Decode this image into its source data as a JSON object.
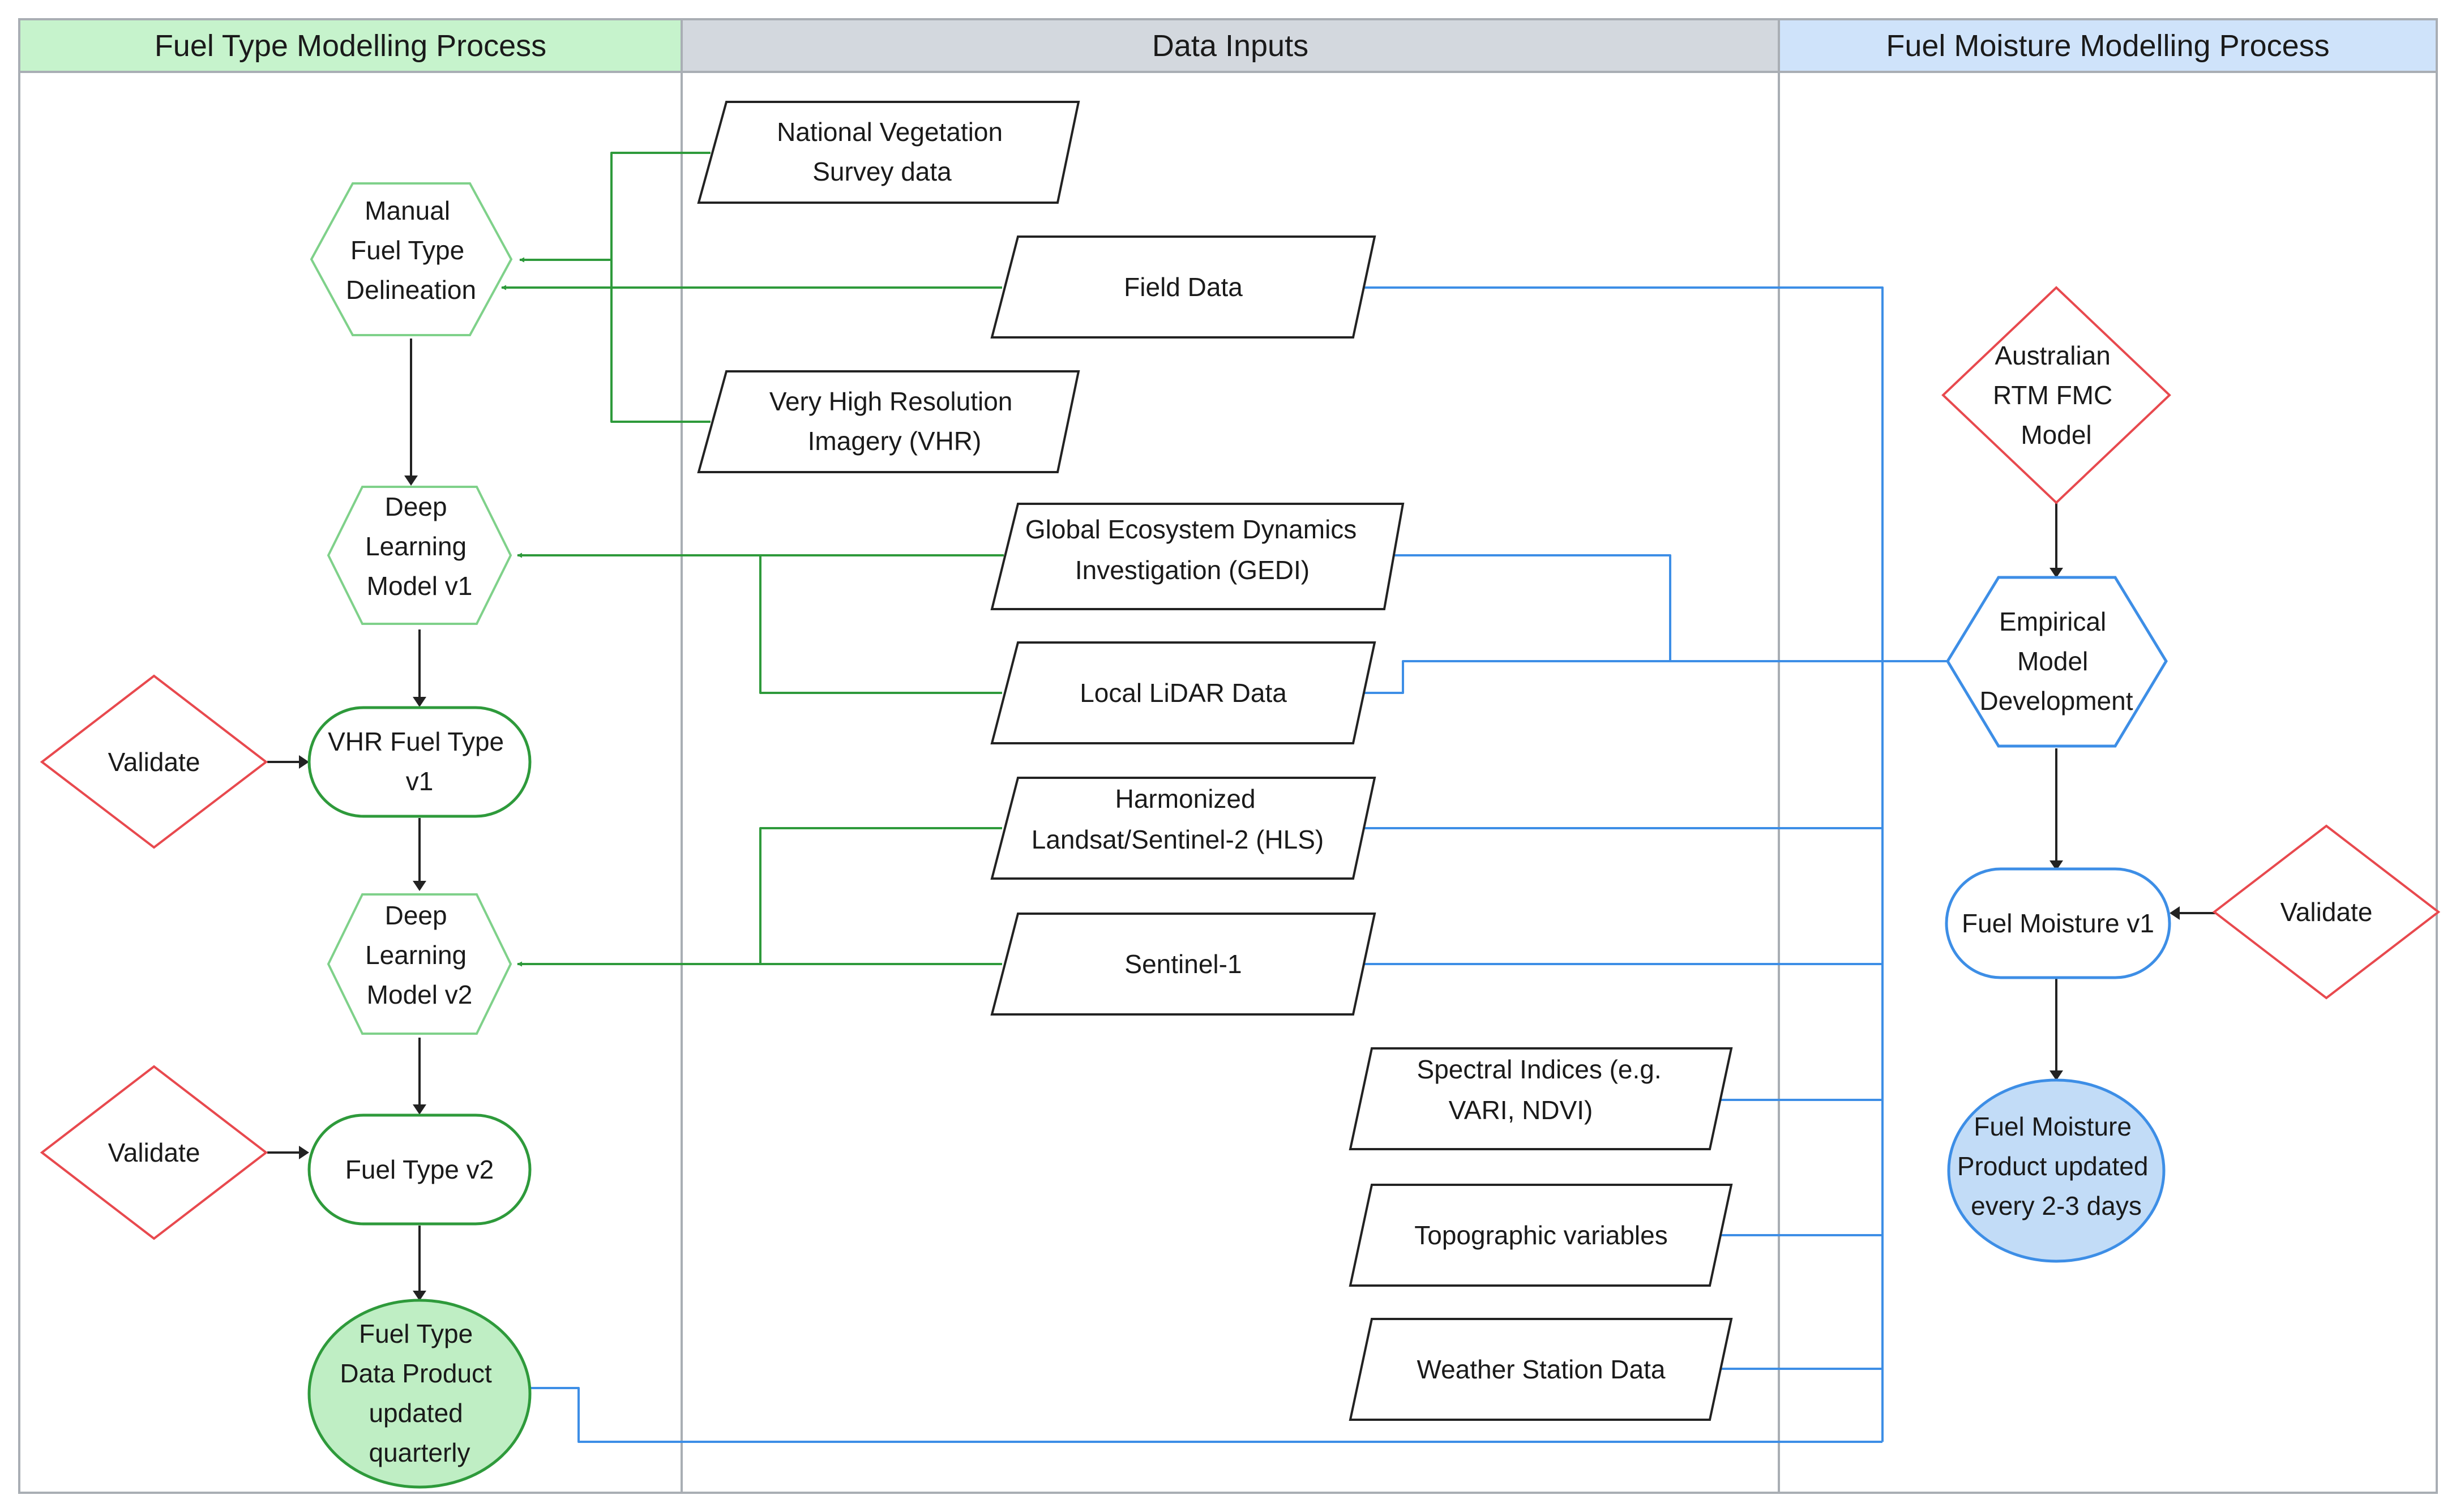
{
  "lanes": {
    "fuel_type": {
      "title": "Fuel Type Modelling Process",
      "header_color": "#c6f3cc"
    },
    "data_inputs": {
      "title": "Data Inputs",
      "header_color": "#d3d8de"
    },
    "fuel_moisture": {
      "title": "Fuel Moisture Modelling Process",
      "header_color": "#cfe3fa"
    }
  },
  "colors": {
    "green": "#2e9a3b",
    "light_green": "#7fd18a",
    "blue": "#3d8ee6",
    "red": "#e8494e",
    "black": "#222222",
    "blue_fill": "#c2dcf7",
    "green_fill": "#bfeec4"
  },
  "nodes": {
    "manual_delineation": {
      "lines": [
        "Manual",
        "Fuel Type",
        "Delineation"
      ]
    },
    "dl_model_v1": {
      "lines": [
        "Deep",
        "Learning",
        "Model v1"
      ]
    },
    "vhr_fuel_type_v1": {
      "lines": [
        "VHR Fuel Type",
        "v1"
      ]
    },
    "dl_model_v2": {
      "lines": [
        "Deep",
        "Learning",
        "Model v2"
      ]
    },
    "fuel_type_v2": {
      "lines": [
        "Fuel Type v2"
      ]
    },
    "fuel_type_product": {
      "lines": [
        "Fuel Type",
        "Data Product",
        "updated",
        "quarterly"
      ]
    },
    "validate_1": {
      "lines": [
        "Validate"
      ]
    },
    "validate_2": {
      "lines": [
        "Validate"
      ]
    },
    "validate_3": {
      "lines": [
        "Validate"
      ]
    },
    "nvs_data": {
      "lines": [
        "National Vegetation",
        "Survey data"
      ]
    },
    "field_data": {
      "lines": [
        "Field Data"
      ]
    },
    "vhr_imagery": {
      "lines": [
        "Very High Resolution",
        "Imagery (VHR)"
      ]
    },
    "gedi": {
      "lines": [
        "Global Ecosystem Dynamics",
        "Investigation (GEDI)"
      ]
    },
    "lidar": {
      "lines": [
        "Local LiDAR Data"
      ]
    },
    "hls": {
      "lines": [
        "Harmonized",
        "Landsat/Sentinel-2 (HLS)"
      ]
    },
    "sentinel1": {
      "lines": [
        "Sentinel-1"
      ]
    },
    "spectral": {
      "lines": [
        "Spectral Indices (e.g.",
        "VARI, NDVI)"
      ]
    },
    "topographic": {
      "lines": [
        "Topographic variables"
      ]
    },
    "weather": {
      "lines": [
        "Weather Station Data"
      ]
    },
    "rtm_model": {
      "lines": [
        "Australian",
        "RTM FMC",
        "Model"
      ]
    },
    "empirical": {
      "lines": [
        "Empirical",
        "Model",
        "Development"
      ]
    },
    "fuel_moisture_v1": {
      "lines": [
        "Fuel Moisture v1"
      ]
    },
    "fuel_moisture_product": {
      "lines": [
        "Fuel Moisture",
        "Product updated",
        "every 2-3 days"
      ]
    }
  }
}
